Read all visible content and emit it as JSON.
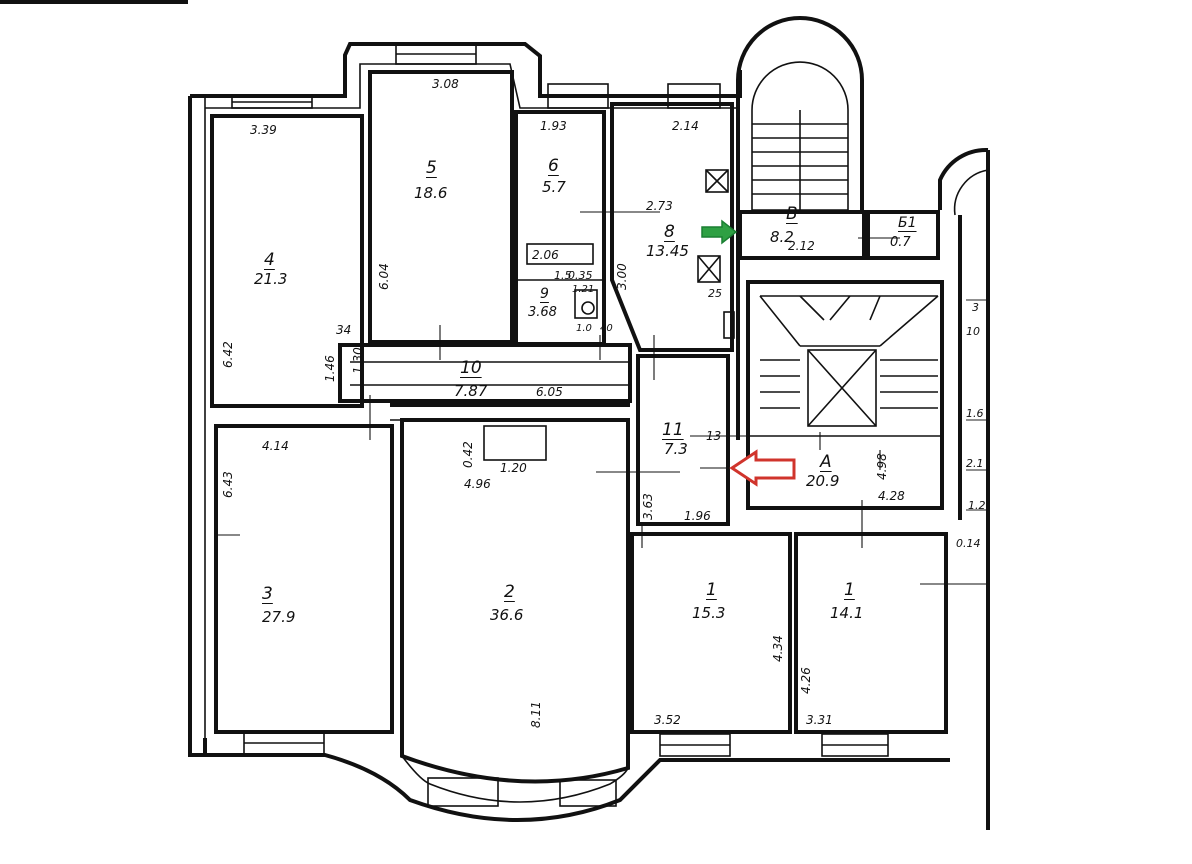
{
  "rooms": [
    {
      "number": "1",
      "area": "15.3"
    },
    {
      "number": "1",
      "area": "14.1"
    },
    {
      "number": "2",
      "area": "36.6"
    },
    {
      "number": "3",
      "area": "27.9"
    },
    {
      "number": "4",
      "area": "21.3"
    },
    {
      "number": "5",
      "area": "18.6"
    },
    {
      "number": "6",
      "area": "5.7"
    },
    {
      "number": "8",
      "area": "13.45"
    },
    {
      "number": "9",
      "area": "3.68"
    },
    {
      "number": "10",
      "area": "7.87"
    },
    {
      "number": "11",
      "area": "7.3"
    },
    {
      "number": "В",
      "area": "8.2"
    },
    {
      "number": "Б1",
      "area": "0.7"
    },
    {
      "number": "А",
      "area": "20.9"
    }
  ],
  "dimensions": {
    "d308": "3.08",
    "d339": "3.39",
    "d193": "1.93",
    "d214": "2.14",
    "d273": "2.73",
    "d604": "6.04",
    "d642": "6.42",
    "d206": "2.06",
    "d300": "3.00",
    "d035": "0.35",
    "d212": "2.12",
    "d25": "25",
    "d34": "34",
    "d146": "1.46",
    "d130": "1.30",
    "d605": "6.05",
    "d414": "4.14",
    "d643": "6.43",
    "d042": "0.42",
    "d120": "1.20",
    "d496": "4.96",
    "d13": "13",
    "d498": "4.98",
    "d428": "4.28",
    "d363": "3.63",
    "d196": "1.96",
    "d014": "0.14",
    "d434": "4.34",
    "d426": "4.26",
    "d352": "3.52",
    "d331": "3.31",
    "d811": "8.11",
    "d121": "1.21",
    "d10": "1.0",
    "d40": "40",
    "d15": "1.5",
    "e1": "3",
    "e2": "10",
    "e3": "1.6",
    "e4": "2.1",
    "e5": "1.2"
  },
  "arrows": {
    "entry_color": "#2ea043",
    "exit_color": "#d0342c"
  }
}
